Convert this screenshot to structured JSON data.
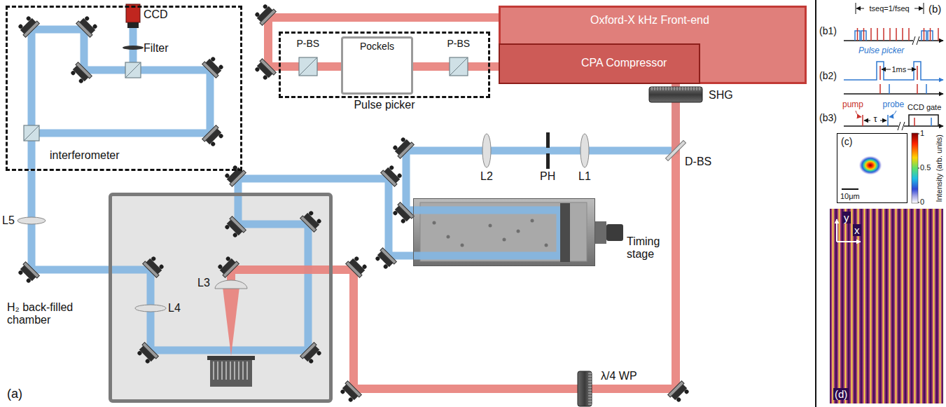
{
  "diagram": {
    "nodes": [
      {
        "text": [
          "interferometer"
        ]
      },
      {
        "text": [
          "Oxford-X kHz Front-end"
        ]
      },
      {
        "text": [
          "CPA Compressor"
        ],
        "in": 1
      },
      {
        "text": [
          "Pulse picker"
        ]
      },
      {
        "text": [
          "Pockels"
        ],
        "in": 3
      },
      {
        "text": [
          "H₂ back-filled chamber"
        ]
      },
      {
        "text": [
          "Timing stage"
        ]
      },
      {
        "text": [
          "(c)",
          "10μm"
        ]
      },
      {
        "text": [
          "y",
          "x",
          "(d)"
        ]
      }
    ],
    "edges": [
      {
        "from": 1,
        "to": 3,
        "arrow": "none"
      },
      {
        "from": 3,
        "to": 2,
        "arrow": "none"
      },
      {
        "from": 2,
        "to": 6,
        "arrow": "none"
      },
      {
        "from": 2,
        "to": 5,
        "arrow": "none"
      },
      {
        "from": 6,
        "to": 5,
        "arrow": "none"
      },
      {
        "from": 5,
        "to": 0,
        "arrow": "none"
      }
    ],
    "labels": [
      "CCD",
      "Filter",
      "P-BS",
      "P-BS",
      "SHG",
      "D-BS",
      "L5",
      "L2",
      "PH",
      "L1",
      "L4",
      "L3",
      "λ/4 WP",
      "(a)",
      "(b)",
      "(b1)",
      "tseq=1/fseq",
      "Pulse picker",
      "1ms",
      "(b2)",
      "(b3)",
      "pump",
      "τ",
      "probe",
      "CCD gate",
      "Intensity (arb. units)",
      "1",
      "0.5",
      "0"
    ]
  }
}
